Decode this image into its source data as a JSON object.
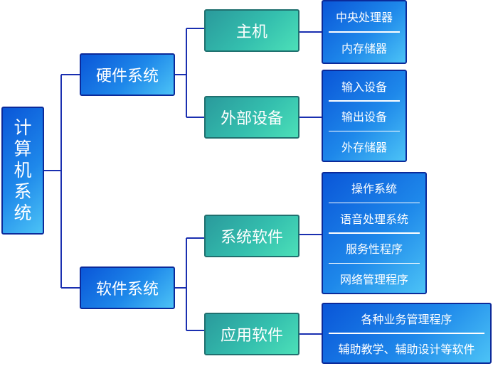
{
  "root": {
    "label": [
      "计",
      "算",
      "机",
      "系",
      "统"
    ]
  },
  "branches": [
    {
      "label": "硬件系统",
      "children": [
        {
          "label": "主机",
          "items": [
            "中央处理器",
            "内存储器"
          ]
        },
        {
          "label": "外部设备",
          "items": [
            "输入设备",
            "输出设备",
            "外存储器"
          ]
        }
      ]
    },
    {
      "label": "软件系统",
      "children": [
        {
          "label": "系统软件",
          "items": [
            "操作系统",
            "语音处理系统",
            "服务性程序",
            "网络管理程序"
          ]
        },
        {
          "label": "应用软件",
          "items": [
            "各种业务管理程序",
            "辅助教学、辅助设计等软件"
          ]
        }
      ]
    }
  ],
  "colors": {
    "line": "#1a2fb0",
    "blue_fill": "#1e88ea",
    "teal_fill": "#34bfae"
  }
}
